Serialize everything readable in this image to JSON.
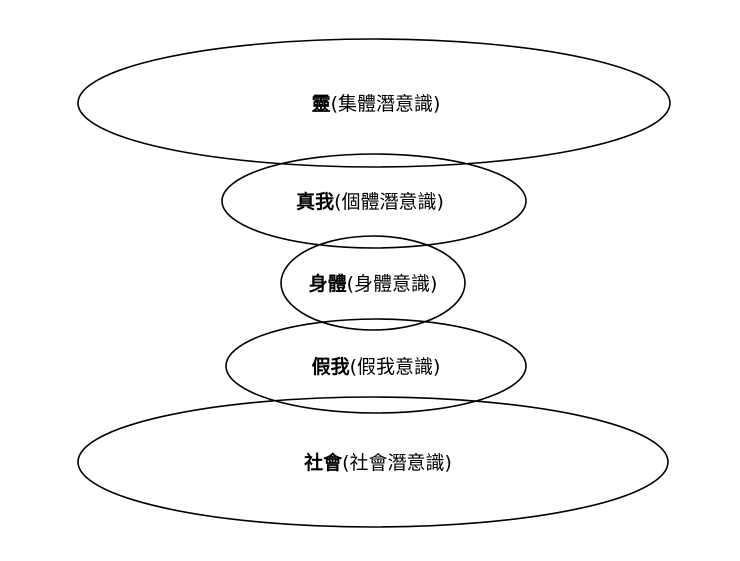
{
  "layers": [
    {
      "id": "spirit",
      "bold": "靈",
      "rest": "(集體潛意識)"
    },
    {
      "id": "true-self",
      "bold": "真我",
      "rest": "(個體潛意識)"
    },
    {
      "id": "body",
      "bold": "身體",
      "rest": "(身體意識)"
    },
    {
      "id": "false-self",
      "bold": "假我",
      "rest": "(假我意識)"
    },
    {
      "id": "society",
      "bold": "社會",
      "rest": "(社會潛意識)"
    }
  ],
  "colors": {
    "stroke": "#000000",
    "text": "#000000",
    "background": "#ffffff"
  }
}
